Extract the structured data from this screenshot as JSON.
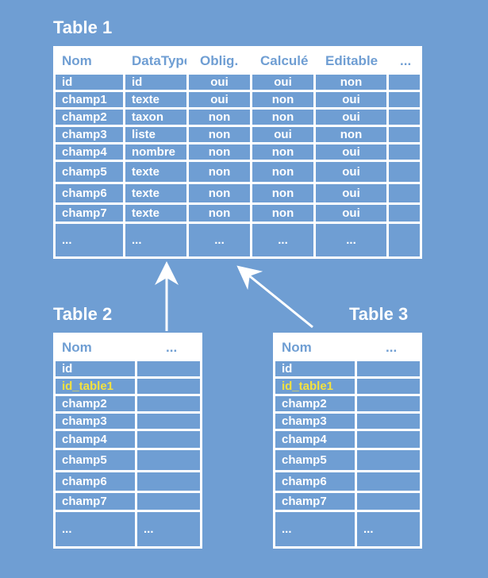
{
  "table1": {
    "title": "Table 1",
    "headers": [
      "Nom",
      "DataType",
      "Oblig.",
      "Calculé",
      "Editable",
      "..."
    ],
    "rows": [
      [
        "id",
        "id",
        "oui",
        "oui",
        "non",
        ""
      ],
      [
        "champ1",
        "texte",
        "oui",
        "non",
        "oui",
        ""
      ],
      [
        "champ2",
        "taxon",
        "non",
        "non",
        "oui",
        ""
      ],
      [
        "champ3",
        "liste",
        "non",
        "oui",
        "non",
        ""
      ],
      [
        "champ4",
        "nombre",
        "non",
        "non",
        "oui",
        ""
      ],
      [
        "champ5",
        "texte",
        "non",
        "non",
        "oui",
        ""
      ],
      [
        "champ6",
        "texte",
        "non",
        "non",
        "oui",
        ""
      ],
      [
        "champ7",
        "texte",
        "non",
        "non",
        "oui",
        ""
      ],
      [
        "...",
        "...",
        "...",
        "...",
        "...",
        ""
      ]
    ]
  },
  "table2": {
    "title": "Table 2",
    "headers": [
      "Nom",
      "..."
    ],
    "rows": [
      [
        "id",
        ""
      ],
      [
        "id_table1",
        ""
      ],
      [
        "champ2",
        ""
      ],
      [
        "champ3",
        ""
      ],
      [
        "champ4",
        ""
      ],
      [
        "champ5",
        ""
      ],
      [
        "champ6",
        ""
      ],
      [
        "champ7",
        ""
      ],
      [
        "...",
        "..."
      ]
    ]
  },
  "table3": {
    "title": "Table 3",
    "headers": [
      "Nom",
      "..."
    ],
    "rows": [
      [
        "id",
        ""
      ],
      [
        "id_table1",
        ""
      ],
      [
        "champ2",
        ""
      ],
      [
        "champ3",
        ""
      ],
      [
        "champ4",
        ""
      ],
      [
        "champ5",
        ""
      ],
      [
        "champ6",
        ""
      ],
      [
        "champ7",
        ""
      ],
      [
        "...",
        "..."
      ]
    ]
  },
  "colors": {
    "background": "#6f9ed3",
    "line": "#ffffff",
    "foreign_key": "#f3e13f"
  }
}
